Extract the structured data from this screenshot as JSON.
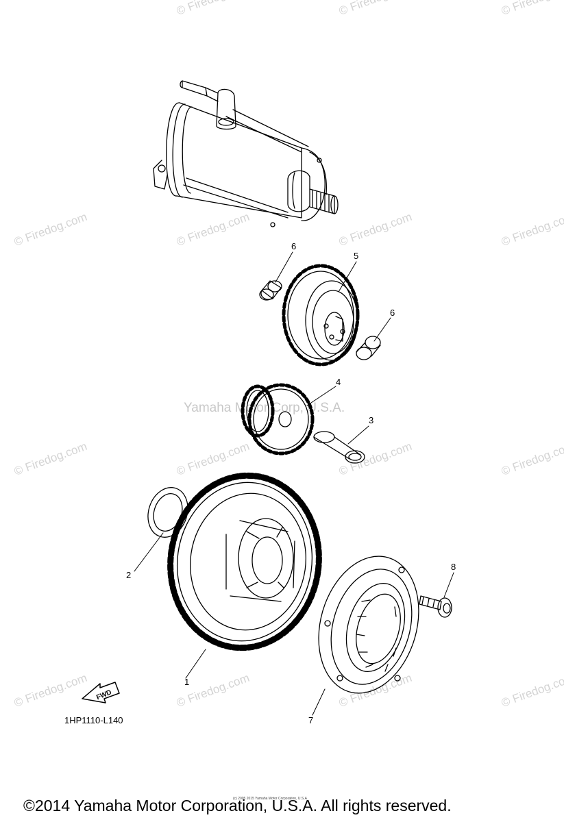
{
  "watermark": "© Firedog.com",
  "center_watermark": "Yamaha Motor Corp, U.S.A.",
  "callouts": [
    "1",
    "2",
    "3",
    "4",
    "5",
    "6",
    "6",
    "7",
    "8"
  ],
  "fwd_label": "FWD",
  "figure_code": "1HP1110-L140",
  "tiny_credit": "(c) 2005 2015 Yamaha Motor Corporation, U.S.A.",
  "copyright": "©2014 Yamaha Motor Corporation, U.S.A. All rights reserved."
}
